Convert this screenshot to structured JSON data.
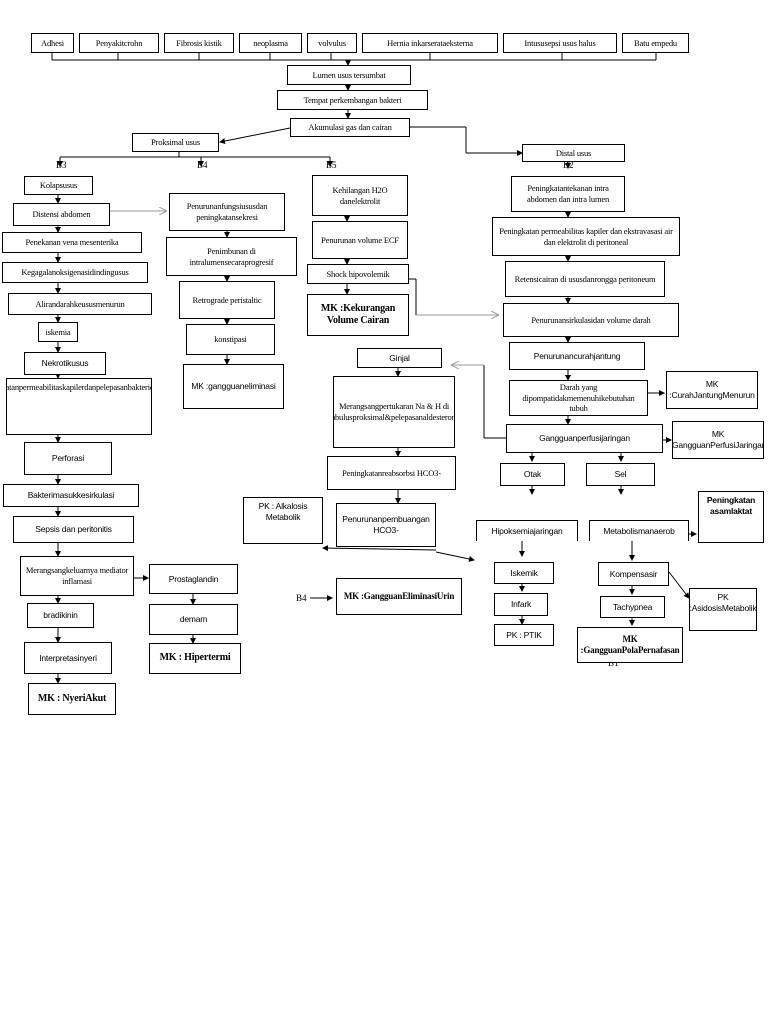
{
  "causes": [
    "Adhesi",
    "Penyakitcrohn",
    "Fibrosis kistik",
    "neoplasma",
    "volvulus",
    "Hernia inkarserataeksterna",
    "Intususepsi usus halus",
    "Batu empedu"
  ],
  "main_chain": {
    "lumen": "Lumen usus tersumbat",
    "bakteri": "Tempat perkembangan bakteri",
    "akumulasi": "Akumulasi gas dan cairan",
    "proksimal": "Proksimal usus",
    "distal": "Distal usus"
  },
  "labels": {
    "b3": "B3",
    "b4": "B4",
    "b5": "B5",
    "b2": "B2",
    "b4_left": "B4",
    "b1": "B1"
  },
  "col_b3": {
    "kolaps": "Kolapsusus",
    "distensi": "Distensi abdomen",
    "penekanan": "Penekanan vena mesenterika",
    "kegagalan": "Kegagalanoksigenasidindingusus",
    "aliran": "Alirandarahkeususmenurun",
    "iskemia": "iskemia",
    "nekrotik": "Nekrotikusus",
    "permeabilitas": "Peningkatanpermeabilitaskapilerdanpelepasanbakteridanoksin",
    "perforasi": "Perforasi",
    "bakteri_masuk": "Bakterimasukkesirkulasi",
    "sepsis": "Sepsis dan peritonitis",
    "mediator": "Merangsangkeluarnya mediator inflamasi",
    "bradikinin": "bradikinin",
    "interpretasi": "Interpretasinyeri",
    "mk_nyeri_prefix": "MK :",
    "mk_nyeri": "NyeriAkut"
  },
  "col_b4": {
    "penurunan": "Penurunanfungsiususdan peningkatansekresi",
    "penimbunan": "Penimbunan di intralumensecaraprogresif",
    "retrograde": "Retrograde peristaltic",
    "konstipasi": "konstipasi",
    "mk_eliminasi": "MK :gangguaneliminasi",
    "prostaglandin": "Prostaglandin",
    "demam": "demam",
    "mk_hipertermi_prefix": "MK :",
    "mk_hipertermi": "Hipertermi"
  },
  "col_b5": {
    "kehilangan": "Kehilangan H2O danelektrolit",
    "ecf": "Penurunan volume ECF",
    "shock": "Shock hipovolemik",
    "mk_cairan": "MK :Kekurangan Volume Cairan",
    "ginjal": "Ginjal",
    "merangsang_na": "Merangsangpertukaran Na & H di tubulusproksimal&pelepasanaldesterone",
    "reabsorbsi": "Peningkatanreabsorbsi HCO3-",
    "pembuangan": "Penurunanpembuangan HCO3-",
    "pk_alkalosis": "PK : Alkalosis Metabolik",
    "mk_eliminasi_urin": "MK :GangguanEliminasiUrin"
  },
  "col_b2": {
    "tekanan": "Peningkatantekanan intra abdomen dan intra lumen",
    "kapiler": "Peningkatan permeabilitas kapiler dan ekstravasasi air dan elektrolit di peritoneal",
    "retensi": "Retensicairan di ususdanrongga peritoneum",
    "sirkulasi": "Penurunansirkulasidan volume darah",
    "curah": "Penurunancurahjantung",
    "darah": "Darah yang dipompatidakmemenuhikebutuhan tubuh",
    "mk_curah": "MK :CurahJantungMenurun",
    "perfusi": "Gangguanperfusijaringan",
    "mk_perfusi": "MK :GangguanPerfusiJaringan",
    "otak": "Otak",
    "sel": "Sel",
    "hipoksemia": "Hipoksemiajaringan",
    "anaerob": "Metabolismanaerob",
    "laktat": "Peningkatan asamlaktat",
    "iskemik": "Iskemik",
    "infark": "Infark",
    "pk_ptik": "PK : PTIK",
    "kompensasi": "Kompensasir",
    "pk_asidosis": "PK :AsidosisMetabolik",
    "tachypnea": "Tachypnea",
    "mk_pola": "MK :GangguanPolaPernafasan"
  }
}
